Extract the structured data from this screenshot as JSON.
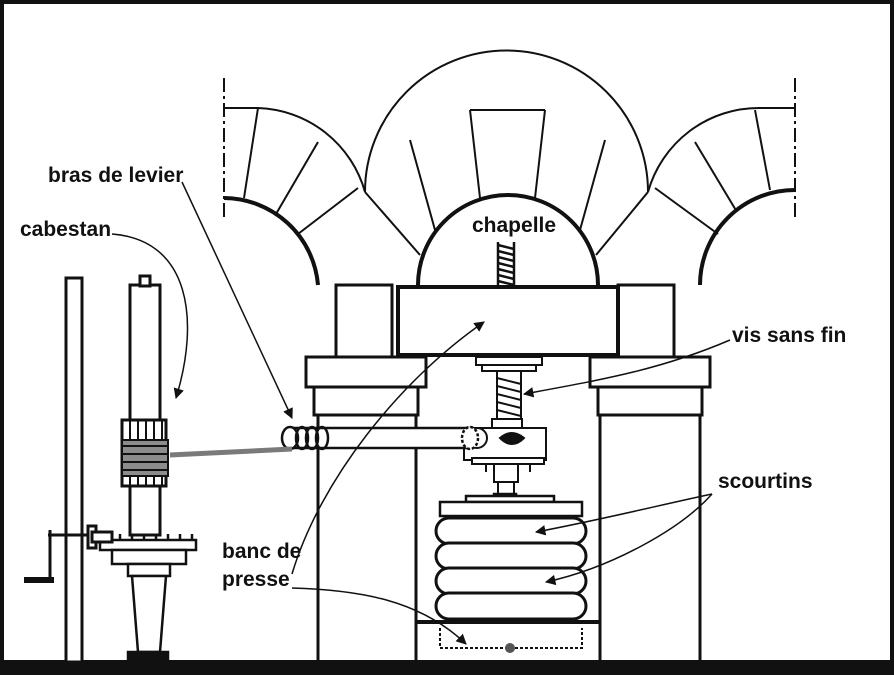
{
  "labels": {
    "bras_de_levier": "bras de levier",
    "cabestan": "cabestan",
    "chapelle": "chapelle",
    "vis_sans_fin": "vis sans fin",
    "scourtins": "scourtins",
    "banc_de_presse_line1": "banc de",
    "banc_de_presse_line2": "presse"
  },
  "colors": {
    "ink": "#111111",
    "rope": "#7a7a7a",
    "rope_band": "#8c8c8c",
    "background": "#ffffff"
  }
}
